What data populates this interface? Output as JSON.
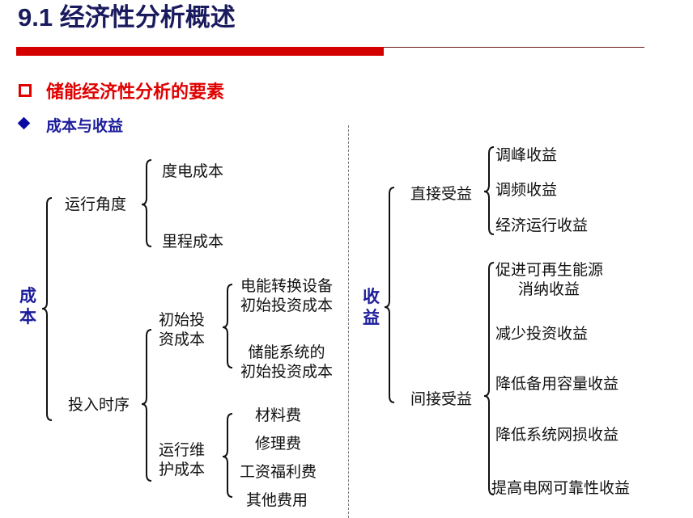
{
  "header": {
    "title": "9.1 经济性分析概述"
  },
  "section": {
    "title": "储能经济性分析的要素",
    "subtitle": "成本与收益"
  },
  "cost": {
    "label": [
      "成",
      "本"
    ],
    "operation": {
      "label": "运行角度",
      "items": [
        "度电成本",
        "里程成本"
      ]
    },
    "timing": {
      "label": "投入时序",
      "initial": {
        "label": [
          "初始投",
          "资成本"
        ],
        "items": [
          [
            "电能转换设备",
            "初始投资成本"
          ],
          [
            "储能系统的",
            "初始投资成本"
          ]
        ]
      },
      "maintenance": {
        "label": [
          "运行维",
          "护成本"
        ],
        "items": [
          "材料费",
          "修理费",
          "工资福利费",
          "其他费用"
        ]
      }
    }
  },
  "benefit": {
    "label": [
      "收",
      "益"
    ],
    "direct": {
      "label": "直接受益",
      "items": [
        "调峰收益",
        "调频收益",
        "经济运行收益"
      ]
    },
    "indirect": {
      "label": "间接受益",
      "items": [
        [
          "促进可再生能源",
          "消纳收益"
        ],
        "减少投资收益",
        "降低备用容量收益",
        "降低系统网损收益",
        "提高电网可靠性收益"
      ]
    }
  },
  "colors": {
    "title": "#1a1a5e",
    "accent_red": "#d40000",
    "blue": "#1c1c9c"
  }
}
